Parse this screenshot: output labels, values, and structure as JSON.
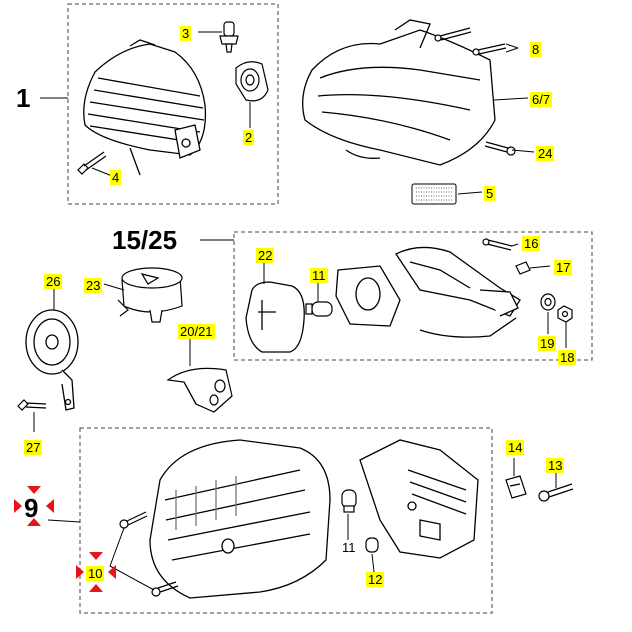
{
  "labels": {
    "l1": "1",
    "l2": "2",
    "l3": "3",
    "l4": "4",
    "l5": "5",
    "l67": "6/7",
    "l8": "8",
    "l24": "24",
    "l1525": "15/25",
    "l22": "22",
    "l11a": "11",
    "l16": "16",
    "l17": "17",
    "l19": "19",
    "l18": "18",
    "l26": "26",
    "l23": "23",
    "l2021": "20/21",
    "l27": "27",
    "l14": "14",
    "l13": "13",
    "l9": "9",
    "l10": "10",
    "l11b": "11",
    "l12": "12"
  },
  "colors": {
    "highlight": "#ffff00",
    "selection_marker": "#e8141b",
    "line": "#000000",
    "dashed_box": "#444444"
  },
  "icons": {
    "selection_marker": "red-cross-arrows-icon"
  }
}
